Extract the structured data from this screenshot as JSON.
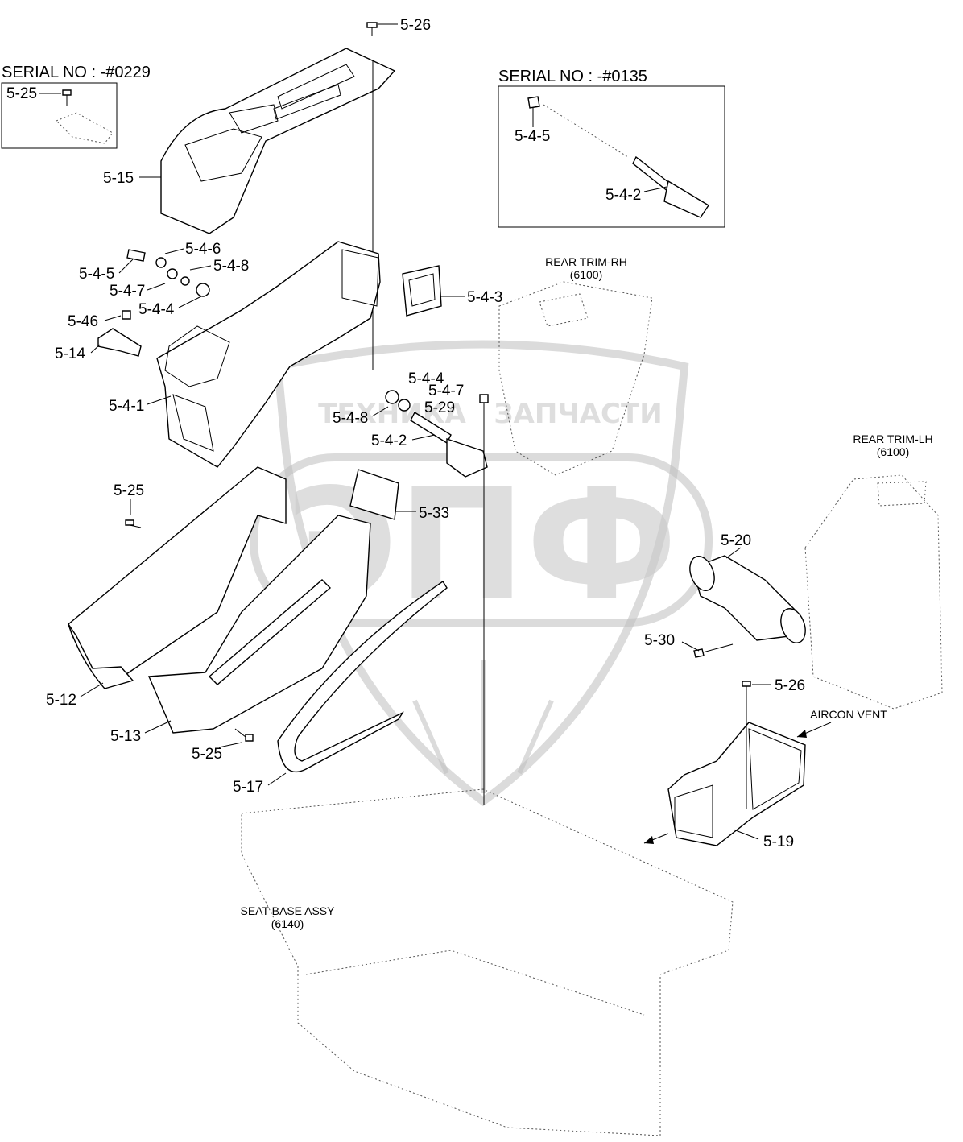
{
  "diagram": {
    "serial_box_left": {
      "title": "SERIAL NO : -#0229",
      "labels": [
        "5-25"
      ]
    },
    "serial_box_right": {
      "title": "SERIAL NO : -#0135",
      "labels": [
        "5-4-5",
        "5-4-2"
      ]
    },
    "part_labels": {
      "p5_26_top": "5-26",
      "p5_15": "5-15",
      "p5_4_6": "5-4-6",
      "p5_4_5": "5-4-5",
      "p5_4_8_a": "5-4-8",
      "p5_4_7_a": "5-4-7",
      "p5_4_4_a": "5-4-4",
      "p5_4_3": "5-4-3",
      "p5_46": "5-46",
      "p5_14": "5-14",
      "p5_4_1": "5-4-1",
      "p5_4_4_b": "5-4-4",
      "p5_4_7_b": "5-4-7",
      "p5_29": "5-29",
      "p5_4_8_b": "5-4-8",
      "p5_4_2": "5-4-2",
      "p5_25_a": "5-25",
      "p5_33": "5-33",
      "p5_20": "5-20",
      "p5_30": "5-30",
      "p5_12": "5-12",
      "p5_13": "5-13",
      "p5_25_b": "5-25",
      "p5_26_b": "5-26",
      "p5_17": "5-17",
      "p5_19": "5-19"
    },
    "reference_labels": {
      "rear_trim_rh": "REAR TRIM-RH",
      "rear_trim_rh_code": "(6100)",
      "rear_trim_lh": "REAR TRIM-LH",
      "rear_trim_lh_code": "(6100)",
      "aircon_vent": "AIRCON VENT",
      "seat_base": "SEAT BASE ASSY",
      "seat_base_code": "(6140)"
    },
    "watermark": {
      "left": "ТЕХНИКА",
      "right": "ЗАПЧАСТИ",
      "logo": "ЭПФ"
    }
  }
}
